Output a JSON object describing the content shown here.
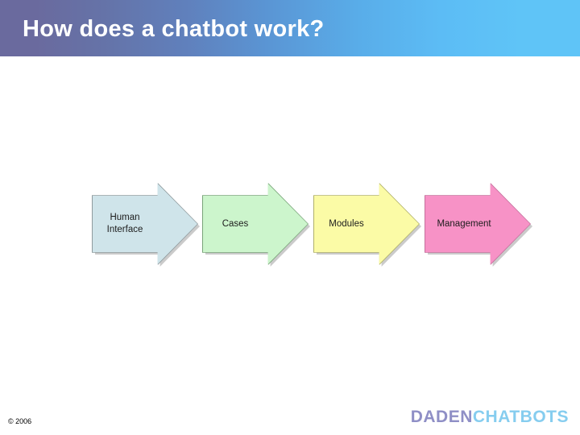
{
  "slide": {
    "title": "How does a chatbot work?",
    "header_gradient_start": "#6a6a9e",
    "header_gradient_end": "#5fc4f7",
    "background": "#ffffff"
  },
  "diagram": {
    "type": "process-flow-arrows",
    "arrows": [
      {
        "label": "Human\nInterface",
        "fill": "#cfe4ea",
        "stroke": "#8f9b9e",
        "order": 1
      },
      {
        "label": "Cases",
        "fill": "#ccf5cc",
        "stroke": "#79a479",
        "order": 2
      },
      {
        "label": "Modules",
        "fill": "#fbfba6",
        "stroke": "#b0b06a",
        "order": 3
      },
      {
        "label": "Management",
        "fill": "#f792c6",
        "stroke": "#c4709c",
        "order": 4
      }
    ]
  },
  "footer": {
    "copyright": "© 2006",
    "logo_part1": "DADEN",
    "logo_part1_color": "#8f8fc6",
    "logo_part2": "CHATBOTS",
    "logo_part2_color": "#86cdef"
  }
}
